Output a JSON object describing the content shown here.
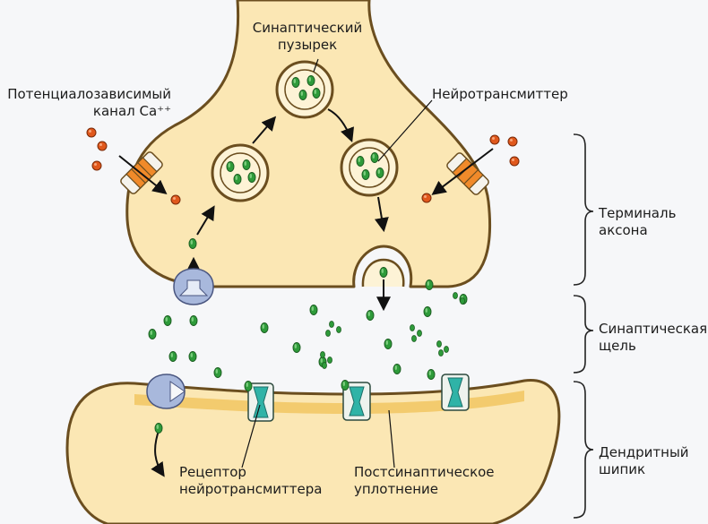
{
  "labels": {
    "vesicle_line1": "Синаптический",
    "vesicle_line2": "пузырек",
    "neurotransmitter": "Нейротрансмиттер",
    "ca_channel_line1": "Потенциалозависимый",
    "ca_channel_line2": "канал Ca⁺⁺",
    "axon_terminal_line1": "Терминаль",
    "axon_terminal_line2": "аксона",
    "synaptic_cleft_line1": "Синаптическая",
    "synaptic_cleft_line2": "щель",
    "dendritic_spine_line1": "Дендритный",
    "dendritic_spine_line2": "шипик",
    "receptor_line1": "Рецептор",
    "receptor_line2": "нейротрансмиттера",
    "psd_line1": "Постсинаптическое",
    "psd_line2": "уплотнение"
  },
  "colors": {
    "membrane_fill": "#fbe7b4",
    "membrane_stroke": "#6b4e1f",
    "psd_band": "#f2c866",
    "neurotransmitter": "#2e9b3a",
    "calcium_ion": "#e0581c",
    "receptor_channel": "#2fb3a7",
    "transporter": "#a8b8dc"
  }
}
